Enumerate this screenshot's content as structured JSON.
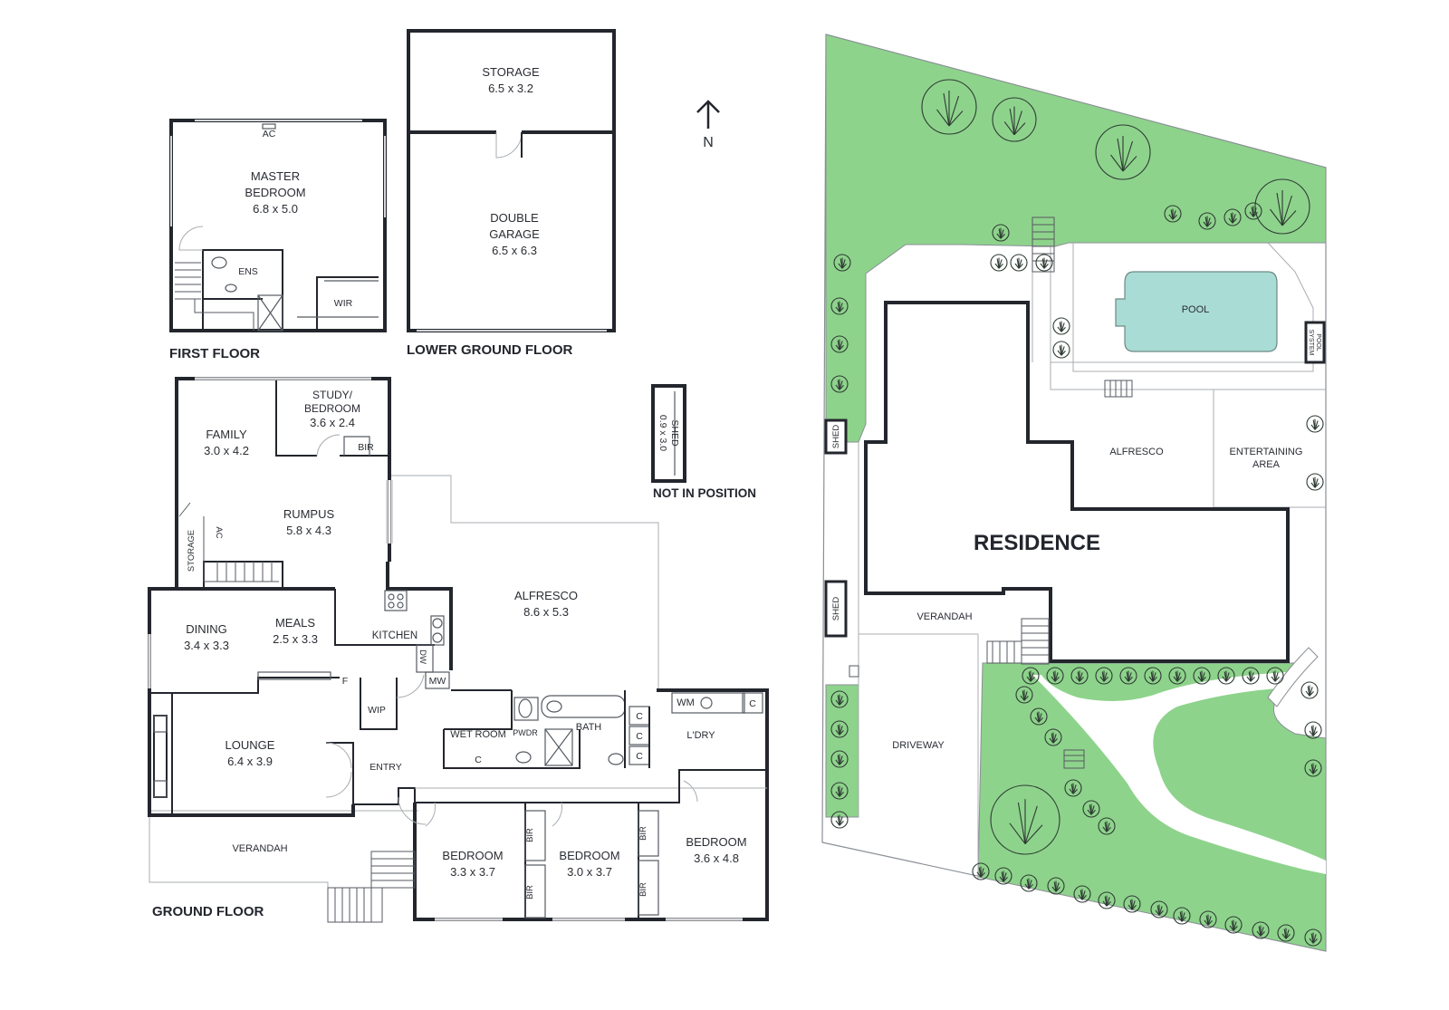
{
  "compass": {
    "label": "N"
  },
  "first_floor": {
    "title": "FIRST FLOOR",
    "master_bedroom": {
      "name_1": "MASTER",
      "name_2": "BEDROOM",
      "size": "6.8 x 5.0"
    },
    "ac": "AC",
    "ensuite": "ENS",
    "wir": "WIR"
  },
  "lower_ground_floor": {
    "title": "LOWER GROUND FLOOR",
    "storage": {
      "name": "STORAGE",
      "size": "6.5 x 3.2"
    },
    "garage": {
      "name_1": "DOUBLE",
      "name_2": "GARAGE",
      "size": "6.5 x 6.3"
    }
  },
  "shed_detached": {
    "name": "SHED",
    "size": "0.9 x 3.0",
    "note": "NOT IN POSITION"
  },
  "ground_floor": {
    "title": "GROUND FLOOR",
    "family": {
      "name": "FAMILY",
      "size": "3.0 x 4.2"
    },
    "study": {
      "name_1": "STUDY/",
      "name_2": "BEDROOM",
      "size": "3.6 x 2.4"
    },
    "bir": "BIR",
    "rumpus": {
      "name": "RUMPUS",
      "size": "5.8 x 4.3"
    },
    "storage": "STORAGE",
    "ac": "AC",
    "alfresco": {
      "name": "ALFRESCO",
      "size": "8.6 x 5.3"
    },
    "dining": {
      "name": "DINING",
      "size": "3.4 x 3.3"
    },
    "meals": {
      "name": "MEALS",
      "size": "2.5 x 3.3"
    },
    "kitchen": "KITCHEN",
    "dw": "DW",
    "mw": "MW",
    "f": "F",
    "wip": "WIP",
    "lounge": {
      "name": "LOUNGE",
      "size": "6.4 x 3.9"
    },
    "entry": "ENTRY",
    "wet_room": "WET ROOM",
    "pwdr": "PWDR",
    "bath": "BATH",
    "wm": "WM",
    "c": "C",
    "laundry": "L'DRY",
    "verandah": "VERANDAH",
    "bedroom_1": {
      "name": "BEDROOM",
      "size": "3.3 x 3.7"
    },
    "bedroom_2": {
      "name": "BEDROOM",
      "size": "3.0 x 3.7"
    },
    "bedroom_3": {
      "name": "BEDROOM",
      "size": "3.6 x 4.8"
    }
  },
  "site": {
    "residence": "RESIDENCE",
    "pool": "POOL",
    "pool_system_1": "POOL",
    "pool_system_2": "SYSTEM",
    "alfresco": "ALFRESCO",
    "entertaining_1": "ENTERTAINING",
    "entertaining_2": "AREA",
    "verandah": "VERANDAH",
    "driveway": "DRIVEWAY",
    "shed": "SHED"
  },
  "colors": {
    "lawn": "#8ed38c",
    "pool": "#a9dcd4",
    "wall": "#23262d"
  }
}
